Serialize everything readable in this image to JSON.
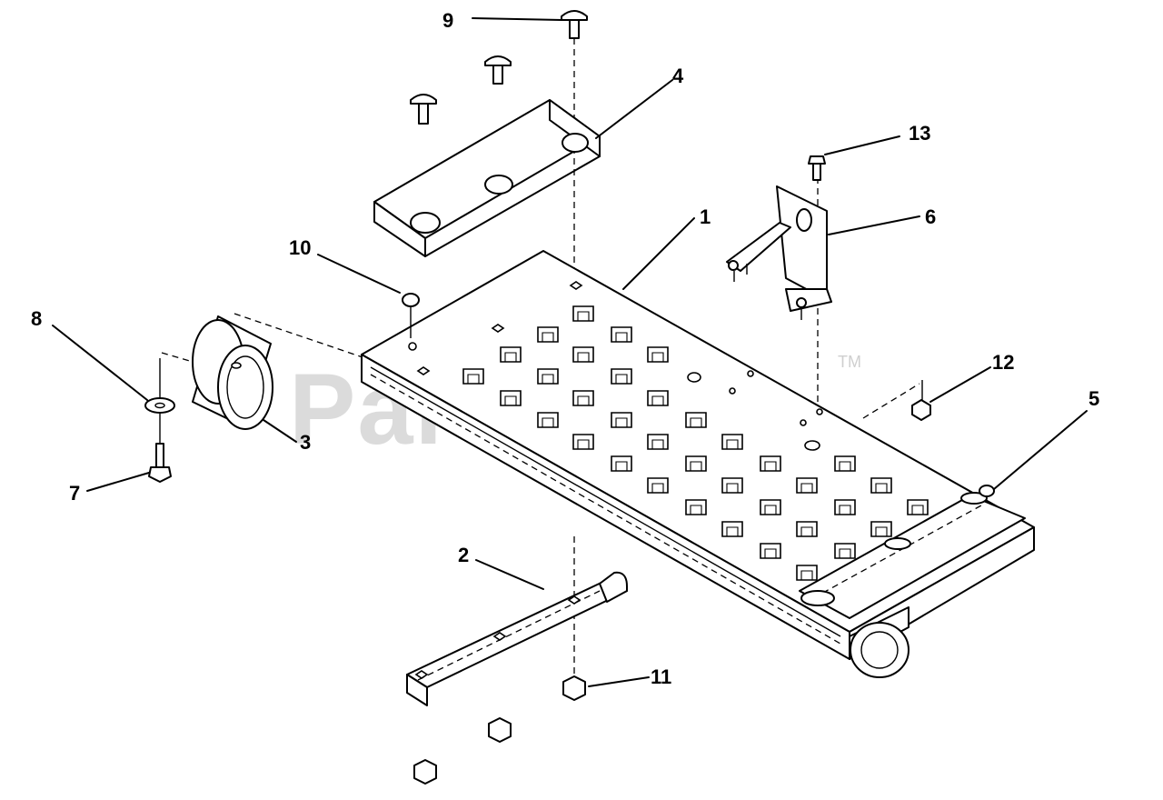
{
  "watermark": {
    "text": "PartsTree",
    "trademark": "TM"
  },
  "callouts": [
    {
      "id": "1",
      "label": "1",
      "part": "platform"
    },
    {
      "id": "2",
      "label": "2",
      "part": "support-bracket"
    },
    {
      "id": "3",
      "label": "3",
      "part": "sleeve"
    },
    {
      "id": "4",
      "label": "4",
      "part": "top-channel"
    },
    {
      "id": "5",
      "label": "5",
      "part": "pivot-tube"
    },
    {
      "id": "6",
      "label": "6",
      "part": "angle-bracket"
    },
    {
      "id": "7",
      "label": "7",
      "part": "bolt"
    },
    {
      "id": "8",
      "label": "8",
      "part": "washer"
    },
    {
      "id": "9",
      "label": "9",
      "part": "carriage-bolt"
    },
    {
      "id": "10",
      "label": "10",
      "part": "nut"
    },
    {
      "id": "11",
      "label": "11",
      "part": "nut"
    },
    {
      "id": "12",
      "label": "12",
      "part": "nut"
    },
    {
      "id": "13",
      "label": "13",
      "part": "bolt"
    }
  ]
}
